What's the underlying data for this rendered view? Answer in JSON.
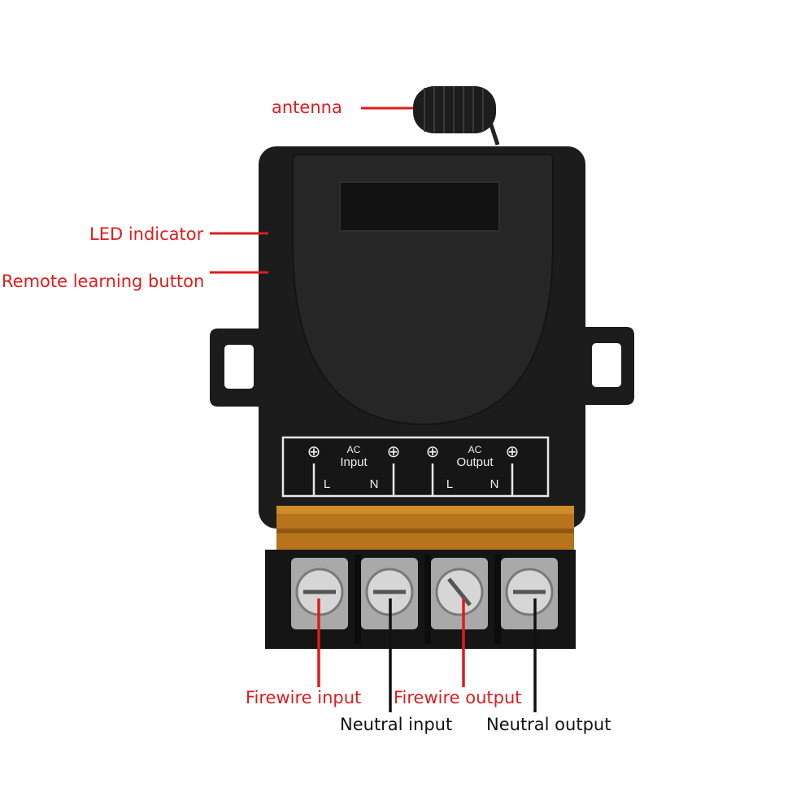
{
  "colors": {
    "callout_red": "#e01b1b",
    "callout_black": "#111111",
    "housing": "#1c1c1c",
    "label_plate": "#1a1a1a",
    "amber_cover": "#b8741c",
    "terminal_metal": "#c9c9c9"
  },
  "callouts": {
    "antenna": "antenna",
    "led_indicator": "LED indicator",
    "learning_button": "Remote learning button",
    "firewire_input": "Firewire input",
    "neutral_input": "Neutral input",
    "firewire_output": "Firewire output",
    "neutral_output": "Neutral output"
  },
  "terminal_label": {
    "input_ac": "AC",
    "input_word": "Input",
    "output_ac": "AC",
    "output_word": "Output",
    "input_l": "L",
    "input_n": "N",
    "output_l": "L",
    "output_n": "N",
    "ground_symbol": "⊕"
  }
}
